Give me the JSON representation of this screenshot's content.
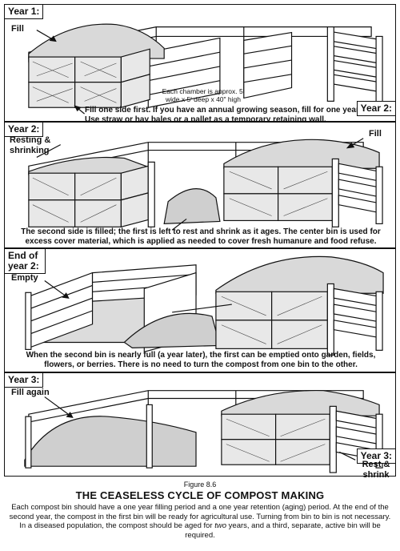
{
  "panels": [
    {
      "tag": "Year 1:",
      "labels": [
        "Fill"
      ],
      "dimension_note": "Each chamber is approx. 5' wide x 5' deep x 40\" high",
      "caption": "Fill one side first. If you have an annual growing season, fill for one year. Use straw or hay bales or a pallet as a temporary retaining wall."
    },
    {
      "tag": "Year 2:",
      "tag_right": "Year 2:",
      "labels": [
        "Resting & shrinking",
        "Fill"
      ],
      "caption": "The second side is filled; the first is left to rest and shrink as it ages. The center bin is used for excess cover material, which is applied as needed to cover fresh humanure and food refuse."
    },
    {
      "tag": "End of year 2:",
      "labels": [
        "Empty"
      ],
      "caption": "When the second bin is nearly full (a year later), the first can be emptied onto garden, fields, flowers, or berries. There is no need to turn the compost from one bin to the other."
    },
    {
      "tag": "Year 3:",
      "tag_right": "Year 3:",
      "labels": [
        "Fill again",
        "Rest & shrink"
      ]
    }
  ],
  "figure_number": "Figure 8.6",
  "title": "THE CEASELESS CYCLE OF COMPOST MAKING",
  "footer": {
    "part1": "Each compost bin should have a one year filling period and a one year retention (aging) period. At the end of the second year, the compost in the first bin will be ready for agricultural use. Turning from bin to bin is not necessary. In a diseased population, the compost should be aged for",
    "emph": "two",
    "part2": "years, and a third, separate, active bin will be required."
  }
}
